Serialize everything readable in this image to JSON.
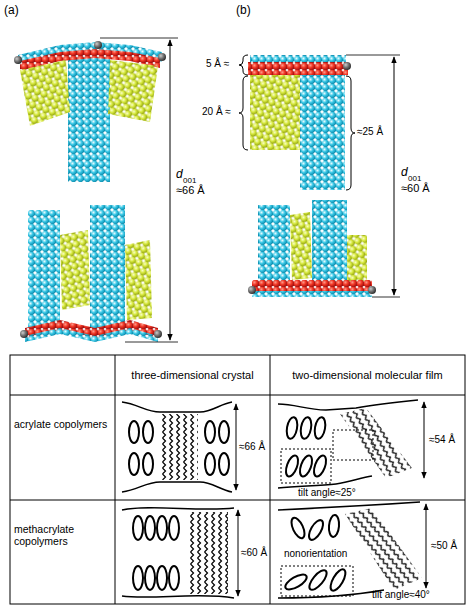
{
  "diagram": {
    "labels": [
      "(a)",
      "(b)",
      "d",
      "001",
      "≈66 Å",
      "5 Å ≈",
      "20 Å ≈",
      "≈25 Å",
      "d",
      "001",
      "≈60 Å",
      "three-dimensional crystal",
      "two-dimensional molecular film",
      "acrylate copolymers",
      "≈66 Å",
      "≈54 Å",
      "tilt angle≈25°",
      "methacrylate copolymers",
      "≈60 Å",
      "nonorientation",
      "≈50 Å",
      "tilt angle≈40°"
    ]
  }
}
